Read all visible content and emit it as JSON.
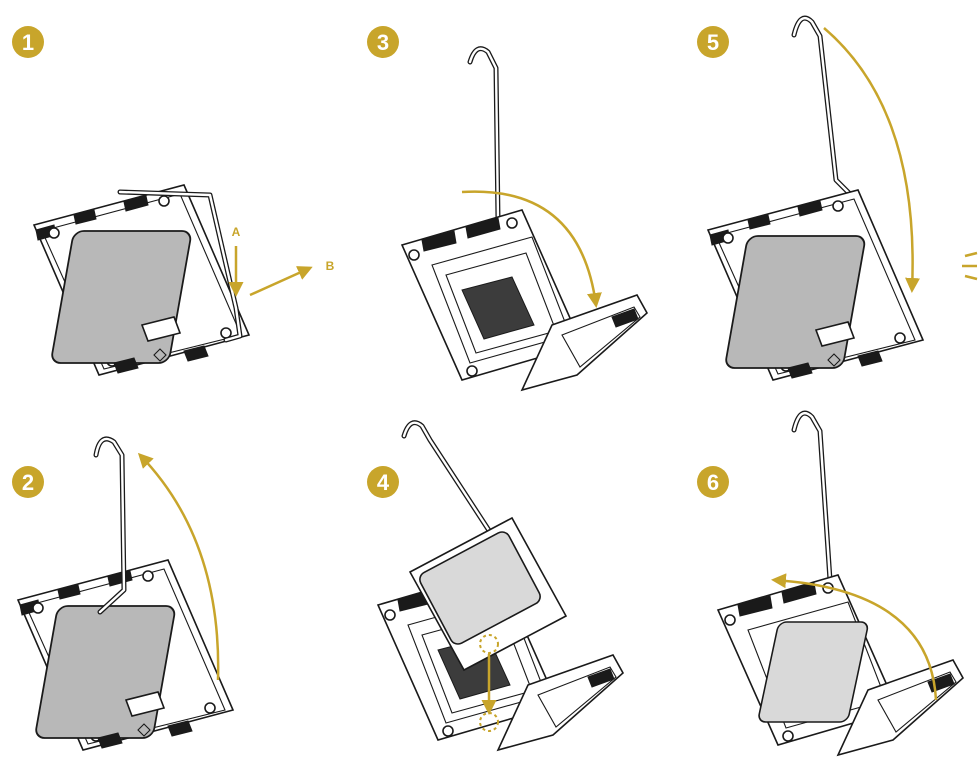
{
  "steps": [
    {
      "number": "1",
      "labels": {
        "a": "A",
        "b": "B"
      }
    },
    {
      "number": "2"
    },
    {
      "number": "3"
    },
    {
      "number": "4"
    },
    {
      "number": "5"
    },
    {
      "number": "6"
    }
  ],
  "colors": {
    "accent": "#c8a52b",
    "outline": "#1a1a1a",
    "cpu_fill": "#b8b8b8"
  }
}
